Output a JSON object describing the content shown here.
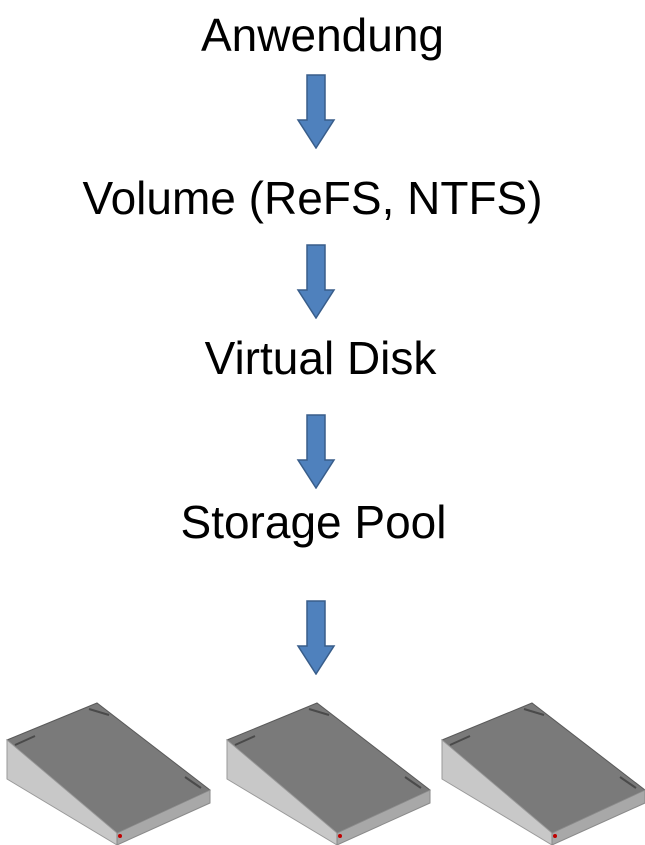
{
  "layers": [
    {
      "id": "application",
      "label": "Anwendung"
    },
    {
      "id": "volume",
      "label": "Volume (ReFS, NTFS)"
    },
    {
      "id": "virtual-disk",
      "label": "Virtual Disk"
    },
    {
      "id": "storage-pool",
      "label": "Storage Pool"
    }
  ],
  "physical_disks": [
    {
      "icon": "hard-disk-icon"
    },
    {
      "icon": "hard-disk-icon"
    },
    {
      "icon": "hard-disk-icon"
    }
  ],
  "colors": {
    "text": "#000000",
    "arrow_fill": "#4f81bd",
    "arrow_stroke": "#385d8a",
    "disk_top": "#7a7a7a",
    "disk_front": "#c8c8c8",
    "disk_side": "#a8a8a8",
    "disk_led": "#c00000"
  }
}
